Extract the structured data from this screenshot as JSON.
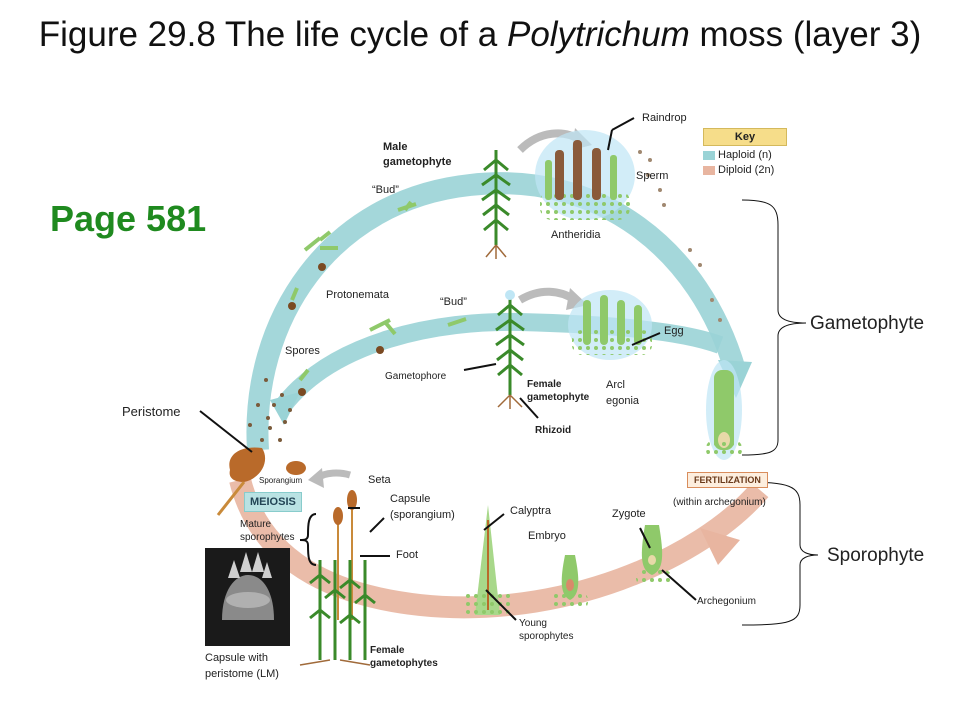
{
  "title": {
    "prefix": "Figure 29.8 The life cycle of a ",
    "italic": "Polytrichum",
    "suffix": " moss (layer 3)"
  },
  "page_label": "Page 581",
  "key": {
    "header": "Key",
    "haploid": "Haploid (n)",
    "diploid": "Diploid (2n)",
    "colors": {
      "haploid": "#9ad3d6",
      "diploid": "#e8b5a0"
    }
  },
  "labels": {
    "raindrop": "Raindrop",
    "male_gametophyte_1": "Male",
    "male_gametophyte_2": "gametophyte",
    "sperm": "Sperm",
    "bud_top": "“Bud”",
    "antheridia": "Antheridia",
    "protonemata": "Protonemata",
    "bud_mid": "“Bud”",
    "egg": "Egg",
    "spores": "Spores",
    "gametophore": "Gametophore",
    "female_gametophyte_1": "Female",
    "female_gametophyte_2": "gametophyte",
    "archegonia_1": "Arcl",
    "archegonia_2": "egonia",
    "rhizoid": "Rhizoid",
    "peristome": "Peristome",
    "sporangium": "Sporangium",
    "meiosis": "MEIOSIS",
    "seta": "Seta",
    "capsule_1": "Capsule",
    "capsule_2": "(sporangium)",
    "calyptra": "Calyptra",
    "zygote": "Zygote",
    "fertilization": "FERTILIZATION",
    "within_archegonium": "(within archegonium)",
    "mature_sporophytes_1": "Mature",
    "mature_sporophytes_2": "sporophytes",
    "foot": "Foot",
    "embryo": "Embryo",
    "archegonium": "Archegonium",
    "young_sporophytes_1": "Young",
    "young_sporophytes_2": "sporophytes",
    "capsule_lm_1": "Capsule with",
    "capsule_lm_2": "peristome (LM)",
    "female_gametophytes_1": "Female",
    "female_gametophytes_2": "gametophytes",
    "gametophyte_bracket": "Gametophyte",
    "sporophyte_bracket": "Sporophyte"
  }
}
